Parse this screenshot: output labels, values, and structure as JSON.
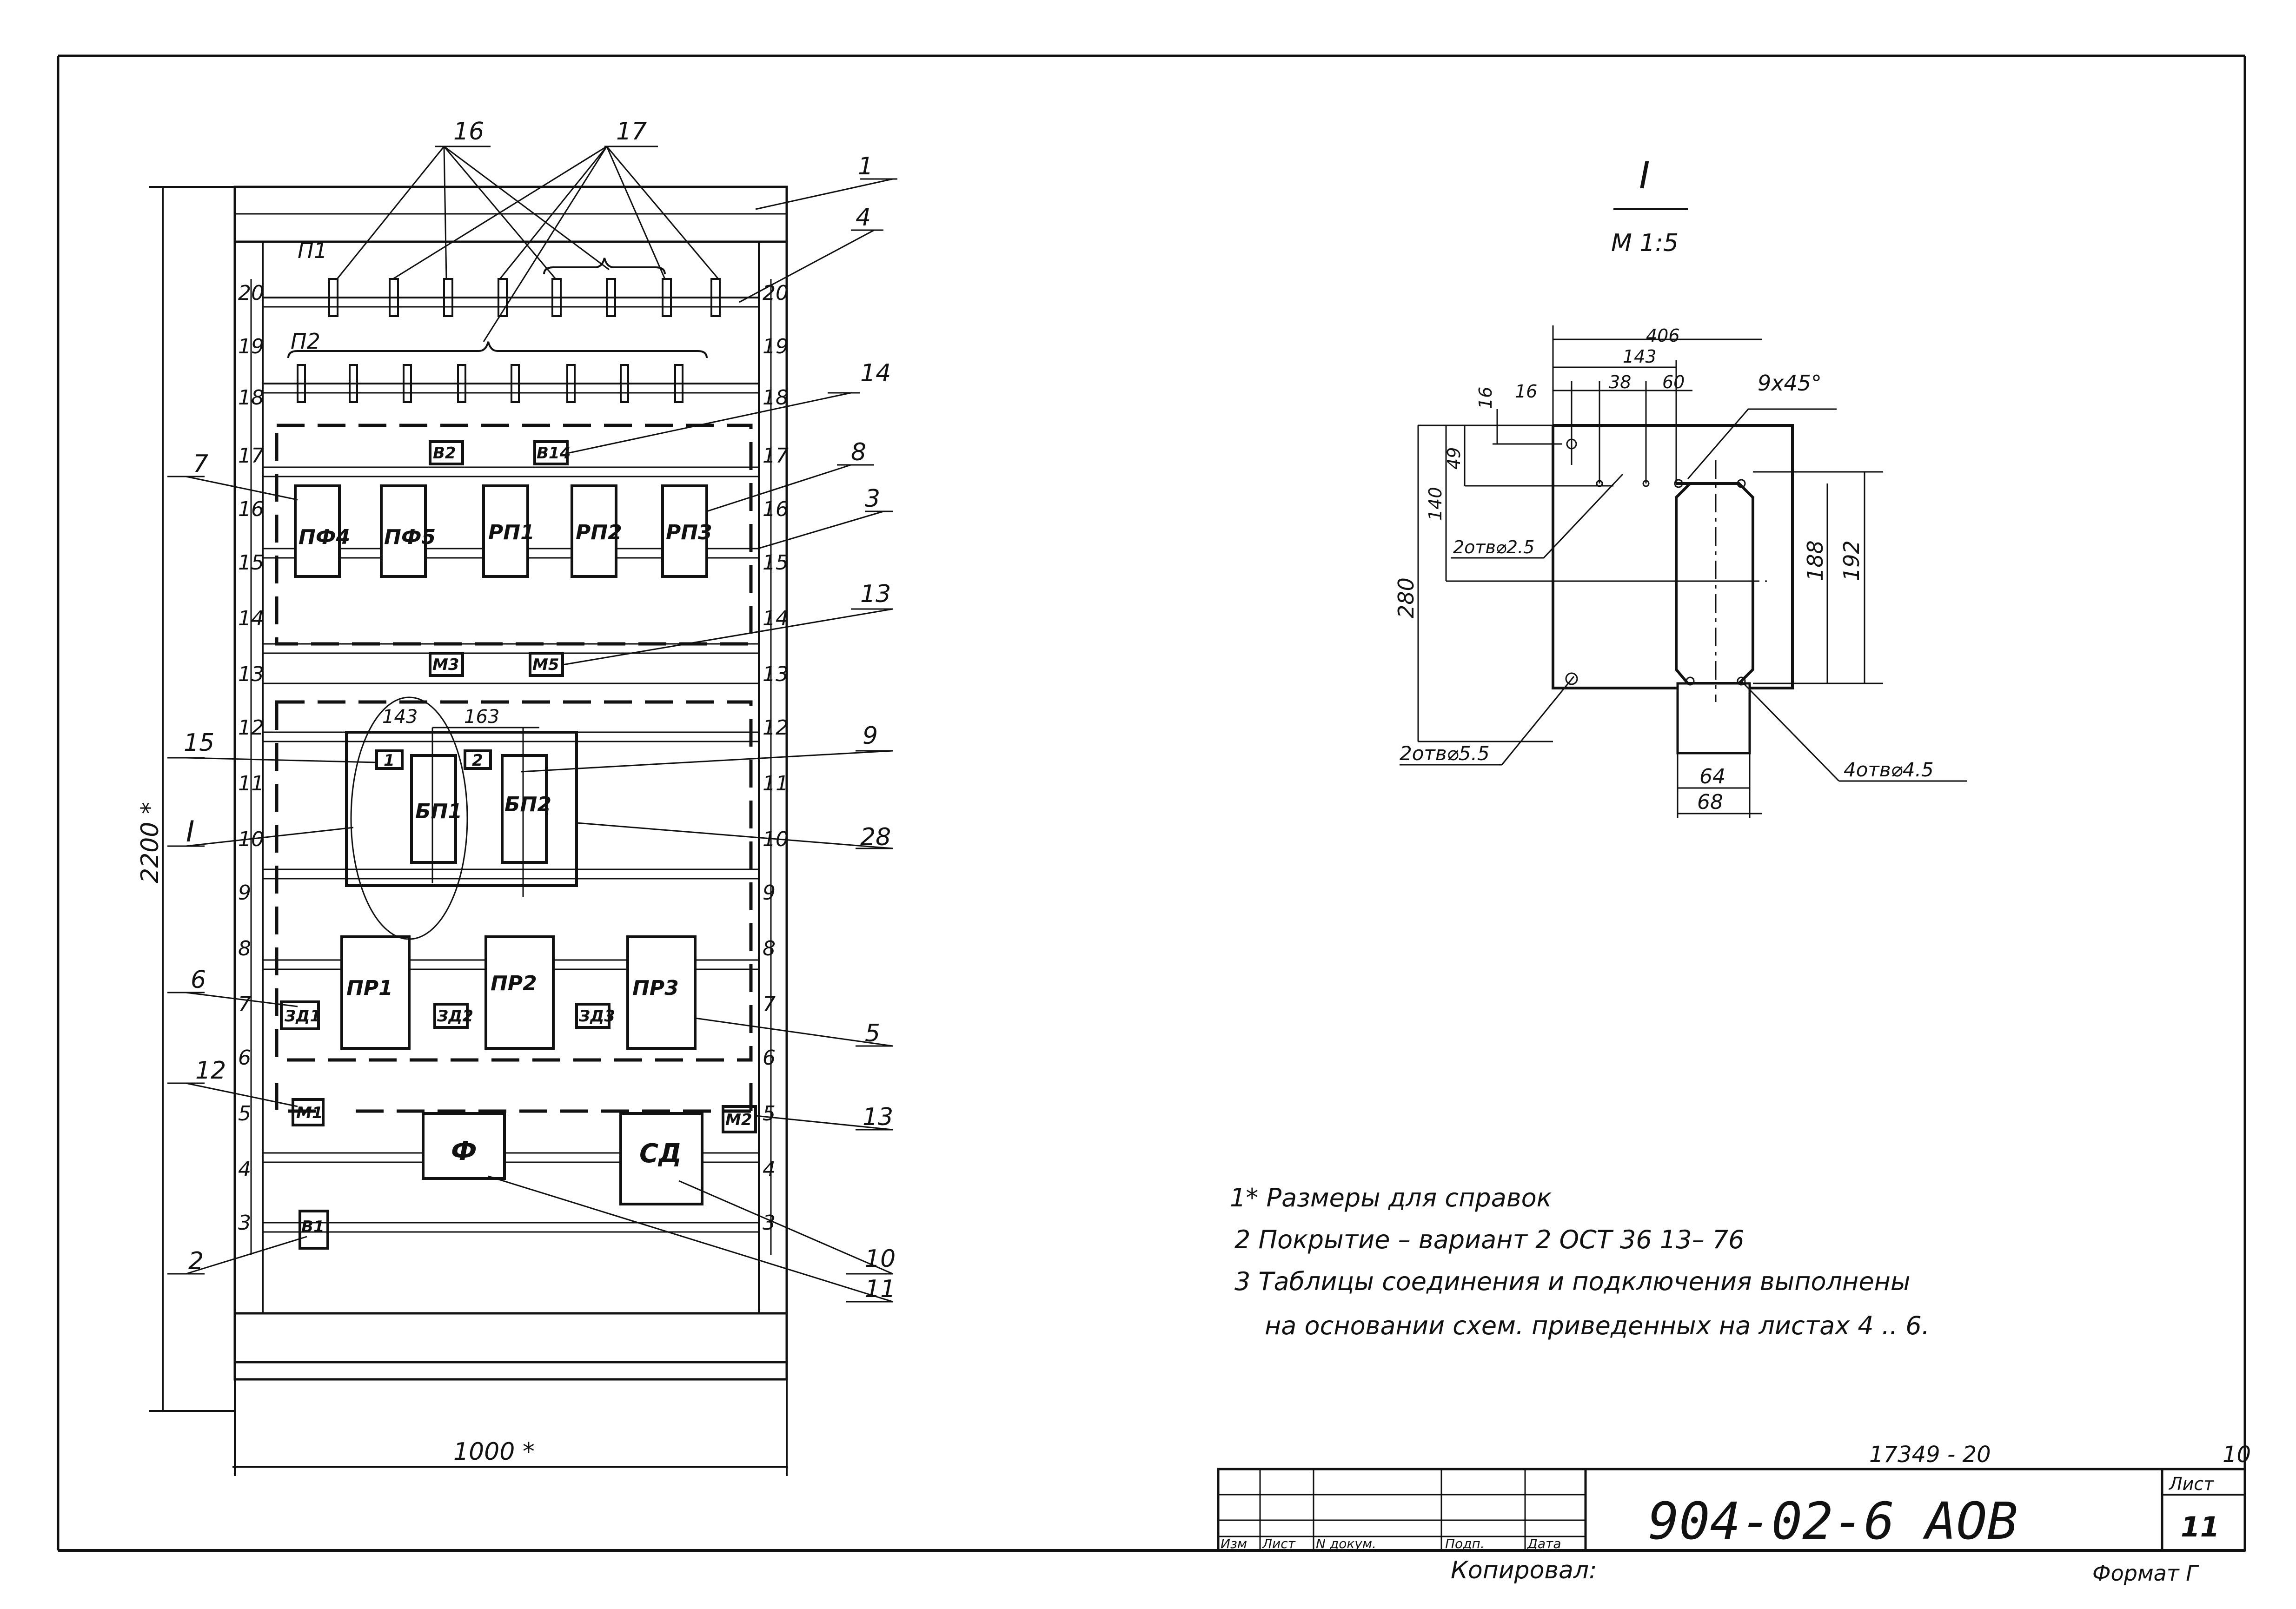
{
  "cabinet": {
    "width_dim": "1000 *",
    "height_dim": "2200 *",
    "rail_numbers_left": [
      "20",
      "19",
      "18",
      "17",
      "16",
      "15",
      "14",
      "13",
      "12",
      "11",
      "10",
      "9",
      "8",
      "7",
      "6",
      "5",
      "4",
      "3"
    ],
    "rail_numbers_right": [
      "20",
      "19",
      "18",
      "17",
      "16",
      "15",
      "14",
      "13",
      "12",
      "11",
      "10",
      "9",
      "8",
      "7",
      "6",
      "5",
      "4",
      "3"
    ],
    "p1_label": "П1",
    "p2_label": "П2",
    "switch_labels": {
      "v2": "В2",
      "v14": "В14",
      "m3": "М3",
      "m5": "М5",
      "zd1": "ЗД1",
      "zd2": "ЗД2",
      "zd3": "ЗД3",
      "m1": "М1",
      "m2": "М2",
      "v1": "В1",
      "s1": "1",
      "s2": "2"
    },
    "blocks": {
      "pf4": "ПФ4",
      "pf5": "ПФ5",
      "rp1": "РП1",
      "rp2": "РП2",
      "rp3": "РП3",
      "bp1": "БП1",
      "bp2": "БП2",
      "pr1": "ПР1",
      "pr2": "ПР2",
      "pr3": "ПР3",
      "f": "Ф",
      "sd": "СД"
    },
    "inner_dims": {
      "d143": "143",
      "d163": "163"
    },
    "callouts": {
      "c16": "16",
      "c17": "17",
      "c1": "1",
      "c4": "4",
      "c14": "14",
      "c7": "7",
      "c8": "8",
      "c3": "3",
      "c13a": "13",
      "c15": "15",
      "c9": "9",
      "c1_view": "I",
      "c28": "28",
      "c6": "6",
      "c5": "5",
      "c12": "12",
      "c13b": "13",
      "c2": "2",
      "c10": "10",
      "c11": "11"
    }
  },
  "detail": {
    "title": "I",
    "scale": "М 1:5",
    "dims": {
      "d406": "406",
      "d143": "143",
      "d16a": "16",
      "d16b": "16",
      "d38": "38",
      "d60": "60",
      "d9x45": "9х45°",
      "d49": "49",
      "d140": "140",
      "d280": "280",
      "d188": "188",
      "d192": "192",
      "d64": "64",
      "d68": "68"
    },
    "holes": {
      "h1": "2отв⌀2.5",
      "h2": "2отв⌀5.5",
      "h3": "4отв⌀4.5"
    }
  },
  "notes": [
    "1* Размеры для справок",
    "2 Покрытие – вариант 2     ОСТ 36 13– 76",
    "3 Таблицы соединения и подключения выполнены",
    "на основании схем. приведенных на листах  4 .. 6."
  ],
  "title_block": {
    "doc_number": "17349 - 20",
    "code": "904-02-6 АОВ",
    "sheet_caption": "Лист",
    "sheet_number": "11",
    "sheet_top": "10",
    "headers": [
      "Изм",
      "Лист",
      "N докум.",
      "Подп.",
      "Дата"
    ]
  },
  "footer": {
    "copied": "Копировал:",
    "format": "Формат  Г"
  }
}
